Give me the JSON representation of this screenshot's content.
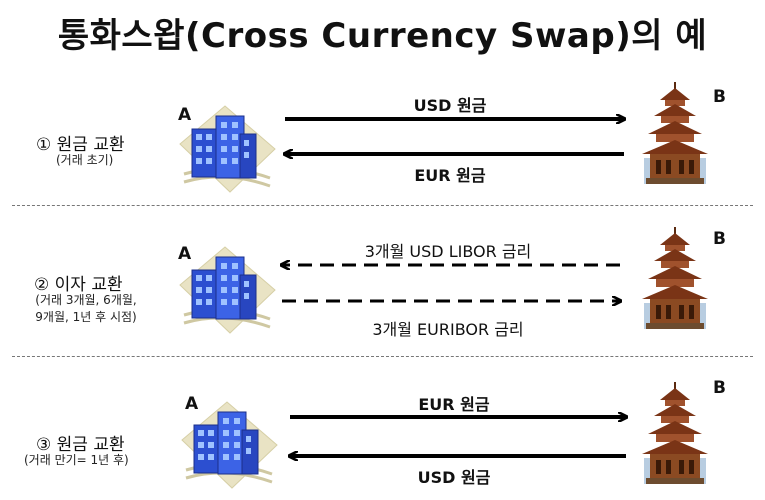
{
  "title": "통화스왑(Cross Currency Swap)의 예",
  "parties": {
    "a": "A",
    "b": "B"
  },
  "steps": [
    {
      "label": "① 원금 교환",
      "sub": "(거래 초기)",
      "flows": [
        {
          "text": "USD 원금",
          "direction": "A→B",
          "style": "solid"
        },
        {
          "text": "EUR 원금",
          "direction": "B→A",
          "style": "solid"
        }
      ]
    },
    {
      "label": "② 이자 교환",
      "sub": "(거래 3개월, 6개월, 9개월, 1년 후 시점)",
      "sub_lines": [
        "(거래 3개월, 6개월,",
        "9개월, 1년 후 시점)"
      ],
      "flows": [
        {
          "text": "3개월 USD LIBOR 금리",
          "direction": "B→A",
          "style": "dashed"
        },
        {
          "text": "3개월 EURIBOR 금리",
          "direction": "A→B",
          "style": "dashed"
        }
      ]
    },
    {
      "label": "③ 원금 교환",
      "sub": "(거래 만기= 1년 후)",
      "flows": [
        {
          "text": "EUR 원금",
          "direction": "A→B",
          "style": "solid"
        },
        {
          "text": "USD 원금",
          "direction": "B→A",
          "style": "solid"
        }
      ]
    }
  ],
  "icons": {
    "party_a": "office-building-icon",
    "party_b": "pagoda-icon"
  }
}
